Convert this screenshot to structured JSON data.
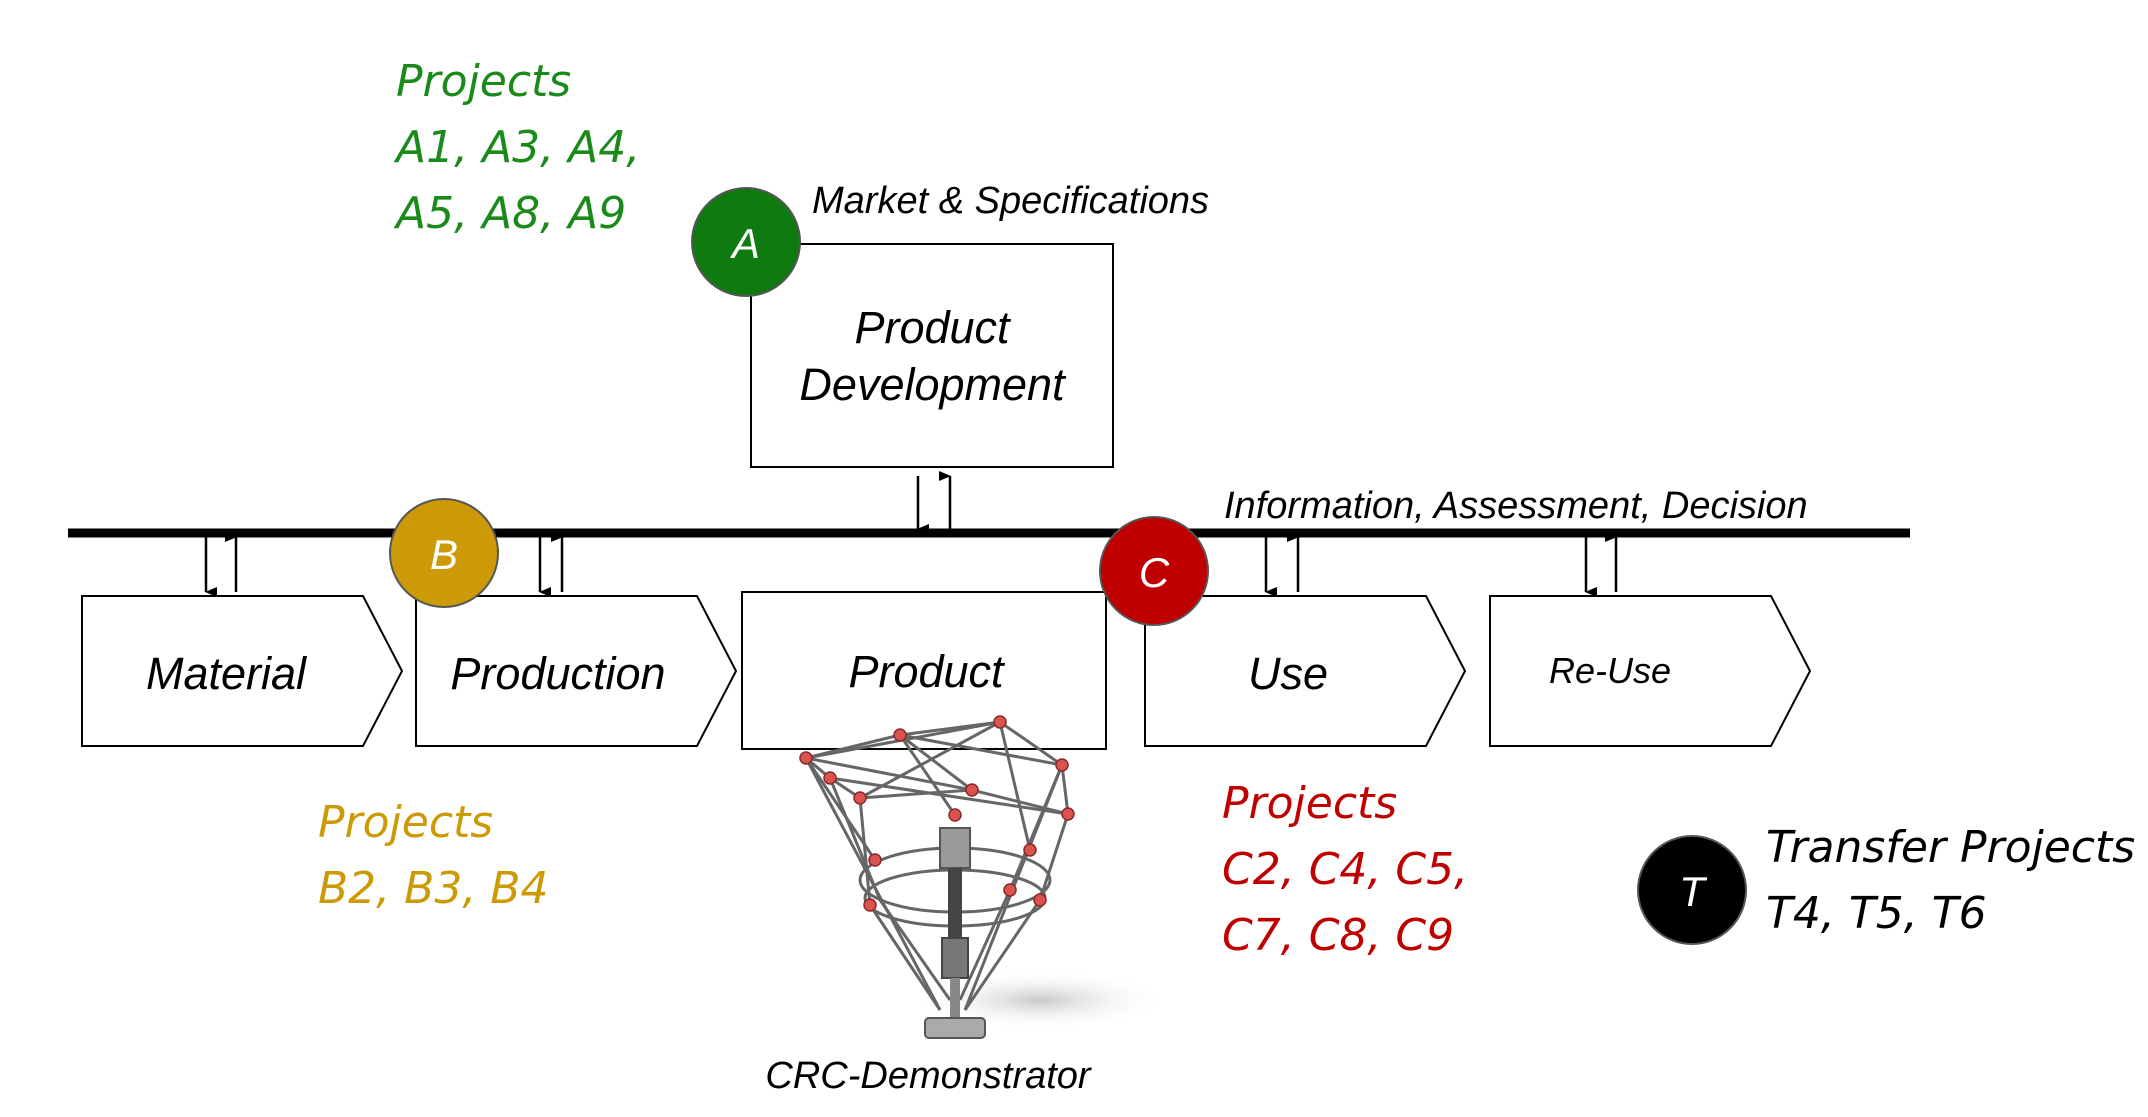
{
  "colors": {
    "green": "#1a8a1a",
    "gold": "#cc9a06",
    "red": "#c00000",
    "black": "#000000"
  },
  "group_a": {
    "badge": "A",
    "caption": "Market & Specifications",
    "box_line1": "Product",
    "box_line2": "Development",
    "projects_title": "Projects",
    "projects_line1": "A1, A3, A4,",
    "projects_line2": "A5, A8, A9"
  },
  "group_b": {
    "badge": "B",
    "projects_title": "Projects",
    "projects_line1": "B2, B3, B4"
  },
  "group_c": {
    "badge": "C",
    "caption": "Information, Assessment, Decision",
    "projects_title": "Projects",
    "projects_line1": "C2, C4, C5,",
    "projects_line2": "C7, C8, C9"
  },
  "group_t": {
    "badge": "T",
    "projects_title": "Transfer Projects",
    "projects_line1": "T4, T5, T6"
  },
  "process": {
    "material": "Material",
    "production": "Production",
    "product": "Product",
    "use": "Use",
    "reuse": "Re-Use"
  },
  "demonstrator": {
    "icon": "crc-demonstrator-structure",
    "caption": "CRC-Demonstrator"
  }
}
